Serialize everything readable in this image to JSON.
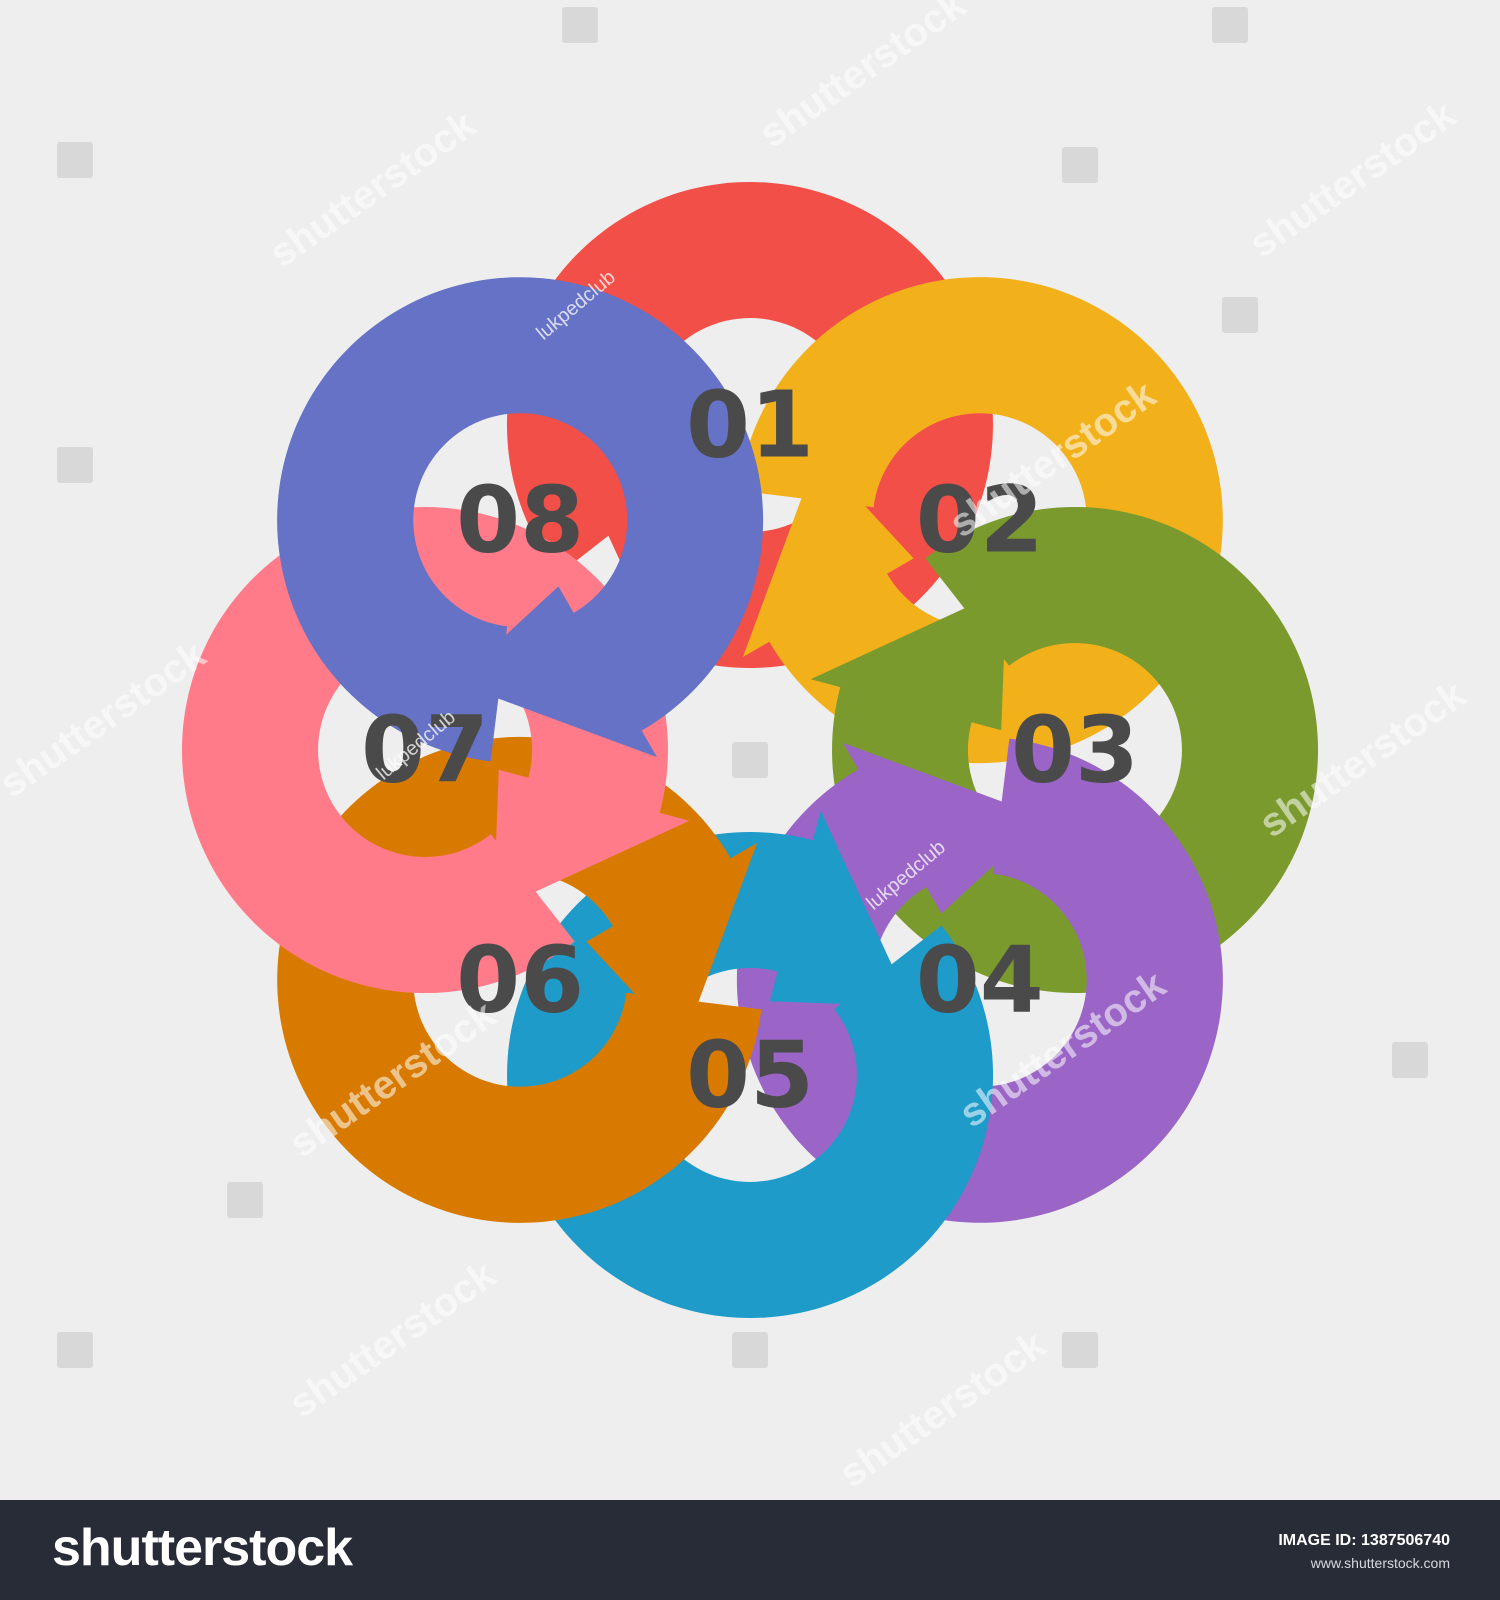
{
  "diagram": {
    "steps": [
      {
        "label": "01",
        "color": "#f24f48"
      },
      {
        "label": "02",
        "color": "#f2b11b"
      },
      {
        "label": "03",
        "color": "#7a9a2e"
      },
      {
        "label": "04",
        "color": "#9a65c6"
      },
      {
        "label": "05",
        "color": "#1e9bc8"
      },
      {
        "label": "06",
        "color": "#d97a00"
      },
      {
        "label": "07",
        "color": "#ff7b8a"
      },
      {
        "label": "08",
        "color": "#6572c5"
      }
    ],
    "watermarks": [
      "shutterstock",
      "lukpedclub"
    ]
  },
  "footer": {
    "logo": "shutterstock",
    "image_id_label": "IMAGE ID:",
    "image_id_value": "1387506740",
    "site_url": "www.shutterstock.com"
  }
}
